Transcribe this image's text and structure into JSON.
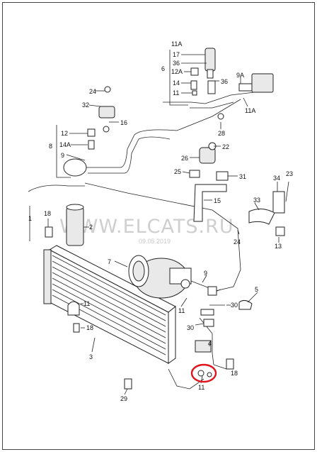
{
  "watermark": {
    "site": "WWW.ELCATS.RU",
    "date": "09.05.2019"
  },
  "labels": {
    "p11A_top": "11A",
    "p17": "17",
    "p36_a": "36",
    "p6": "6",
    "p12A": "12A",
    "p14_a": "14",
    "p36_b": "36",
    "p11_a": "11",
    "p9A": "9A",
    "p11A_b": "11A",
    "p24_a": "24",
    "p32": "32",
    "p16": "16",
    "p28": "28",
    "p12": "12",
    "p14A": "14A",
    "p8": "8",
    "p9_a": "9",
    "p22": "22",
    "p26": "26",
    "p25": "25",
    "p31": "31",
    "p34": "34",
    "p23": "23",
    "p33": "33",
    "p15": "15",
    "p18_a": "18",
    "p1": "1",
    "p2": "2",
    "p24_b": "24",
    "p13": "13",
    "p7": "7",
    "p9_b": "9",
    "p11_b": "11",
    "p30_a": "30",
    "p5": "5",
    "p11_c": "11",
    "p18_b": "18",
    "p30_b": "30",
    "p3": "3",
    "p4": "4",
    "p18_c": "18",
    "p11_d": "11",
    "p29": "29"
  },
  "highlight_color": "#e0141c"
}
